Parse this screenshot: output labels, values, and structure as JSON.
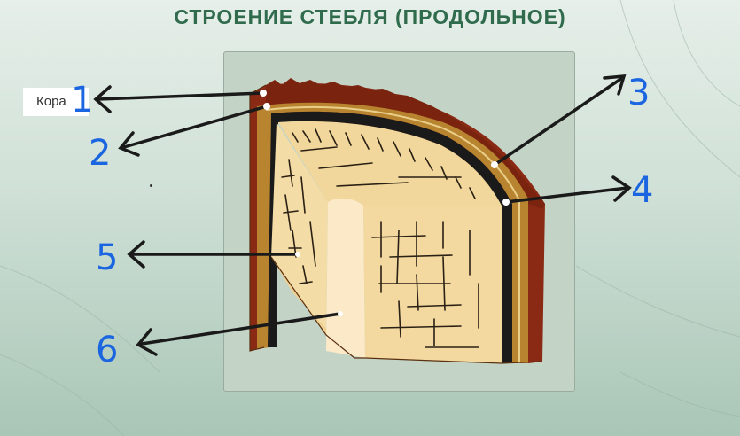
{
  "title": "СТРОЕНИЕ  СТЕБЛЯ  (ПРОДОЛЬНОЕ)",
  "label_bark": "Кора",
  "numbers": [
    "1",
    "2",
    "3",
    "4",
    "5",
    "6"
  ],
  "colors": {
    "title": "#2f6b4c",
    "numbers": "#1b66e0",
    "bark_outer": "#8a2a14",
    "bark_inner": "#b8842f",
    "cambium": "#1a1a1a",
    "wood": "#f3d9a0",
    "pith": "#fbe9c8"
  }
}
